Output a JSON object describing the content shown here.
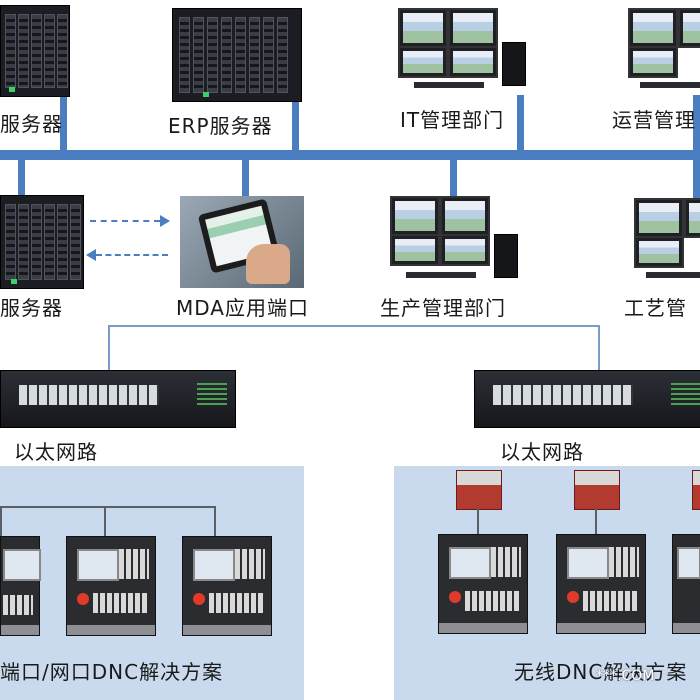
{
  "top_row": {
    "server1_label": "服务器",
    "server2_label": "ERP服务器",
    "it_dept_label": "IT管理部门",
    "ops_dept_label": "运营管理"
  },
  "mid_row": {
    "server3_label": "服务器",
    "mda_label": "MDA应用端口",
    "prod_dept_label": "生产管理部门",
    "process_dept_label": "工艺管"
  },
  "network": {
    "ethernet_left": "以太网路",
    "ethernet_right": "以太网路"
  },
  "solutions": {
    "left_label": "端口/网口DNC解决方案",
    "right_label": "无线DNC解决方案"
  },
  "watermark": "***.COM",
  "colors": {
    "bus": "#4a7ec0",
    "panel": "#c9d9ee"
  }
}
